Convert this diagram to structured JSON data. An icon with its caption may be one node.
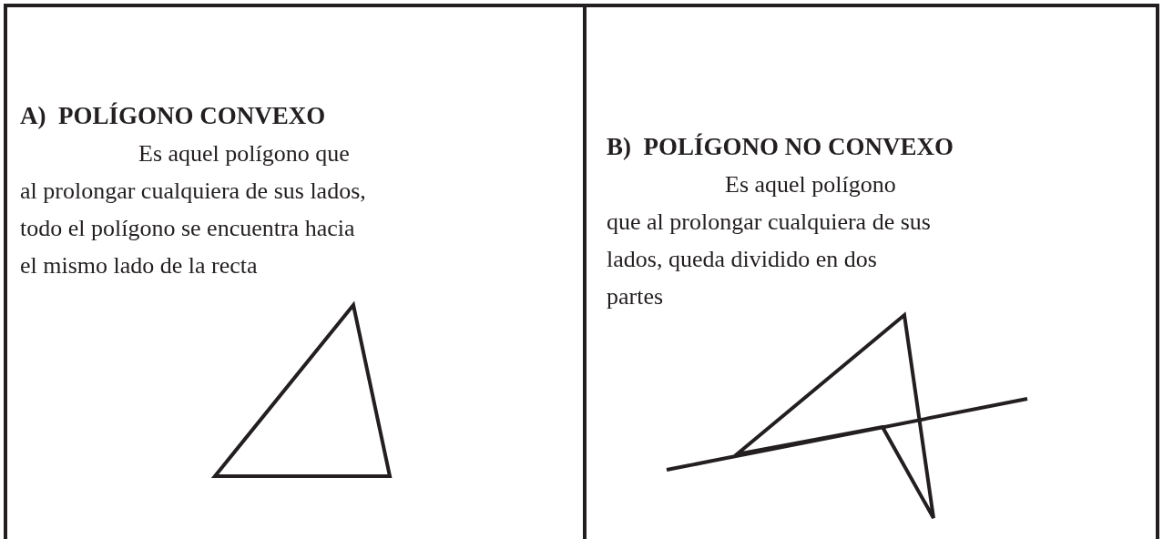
{
  "diagram": {
    "nodes": [
      {
        "text": [
          "A)  POLÍGONO CONVEXO",
          "Es aquel polígono que al prolongar cualquiera de sus lados, todo el polígono se encuentra hacia el mismo lado de la recta"
        ]
      },
      {
        "text": [
          "B)  POLÍGONO NO CONVEXO",
          "Es aquel polígono que al prolongar cualquiera de sus lados, queda dividido en dos partes"
        ]
      }
    ]
  }
}
